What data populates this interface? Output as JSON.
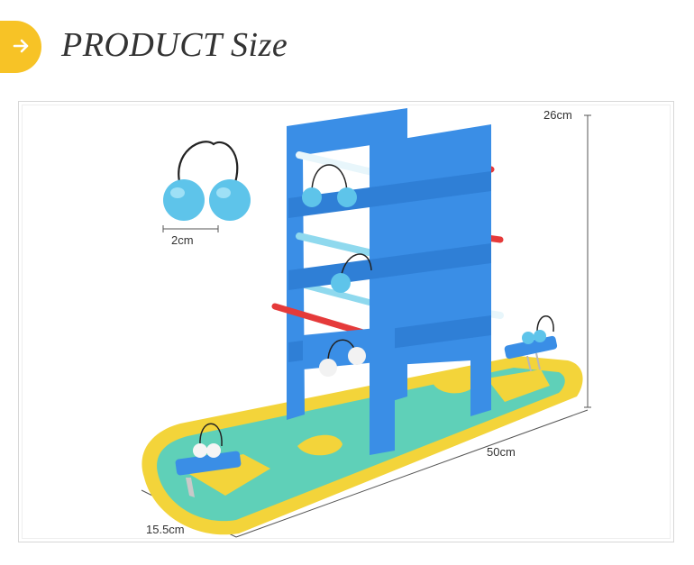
{
  "header": {
    "title": "PRODUCT Size",
    "badge_icon": "arrow-right-icon",
    "badge_color": "#f7c326"
  },
  "dimensions": {
    "height": "26cm",
    "length": "50cm",
    "width": "15.5cm",
    "ball": "2cm"
  },
  "colors": {
    "frame_blue": "#3a8ee6",
    "base_teal": "#5fd0b8",
    "base_yellow": "#f3d43a",
    "rod_red": "#e53a3a",
    "ball_blue": "#5ec4ea"
  }
}
